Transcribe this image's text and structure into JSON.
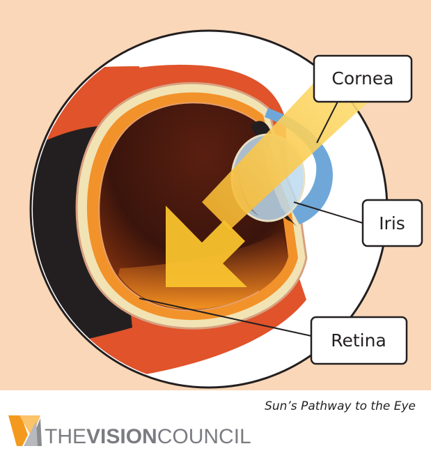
{
  "labels": {
    "cornea": "Cornea",
    "iris": "Iris",
    "retina": "Retina"
  },
  "caption": "Sun’s Pathway to the Eye",
  "brand": {
    "part1": "THE",
    "part2": "VISION",
    "part3": "COUNCIL"
  },
  "colors": {
    "background": "#f9d7b8",
    "sclera_outer": "#e0532b",
    "eye_interior": "#3a140c",
    "beam": "#f9c22e",
    "cornea": "#6fa8d8",
    "lens": "#bcd9ee",
    "brand_logo": "#f39a1e"
  }
}
